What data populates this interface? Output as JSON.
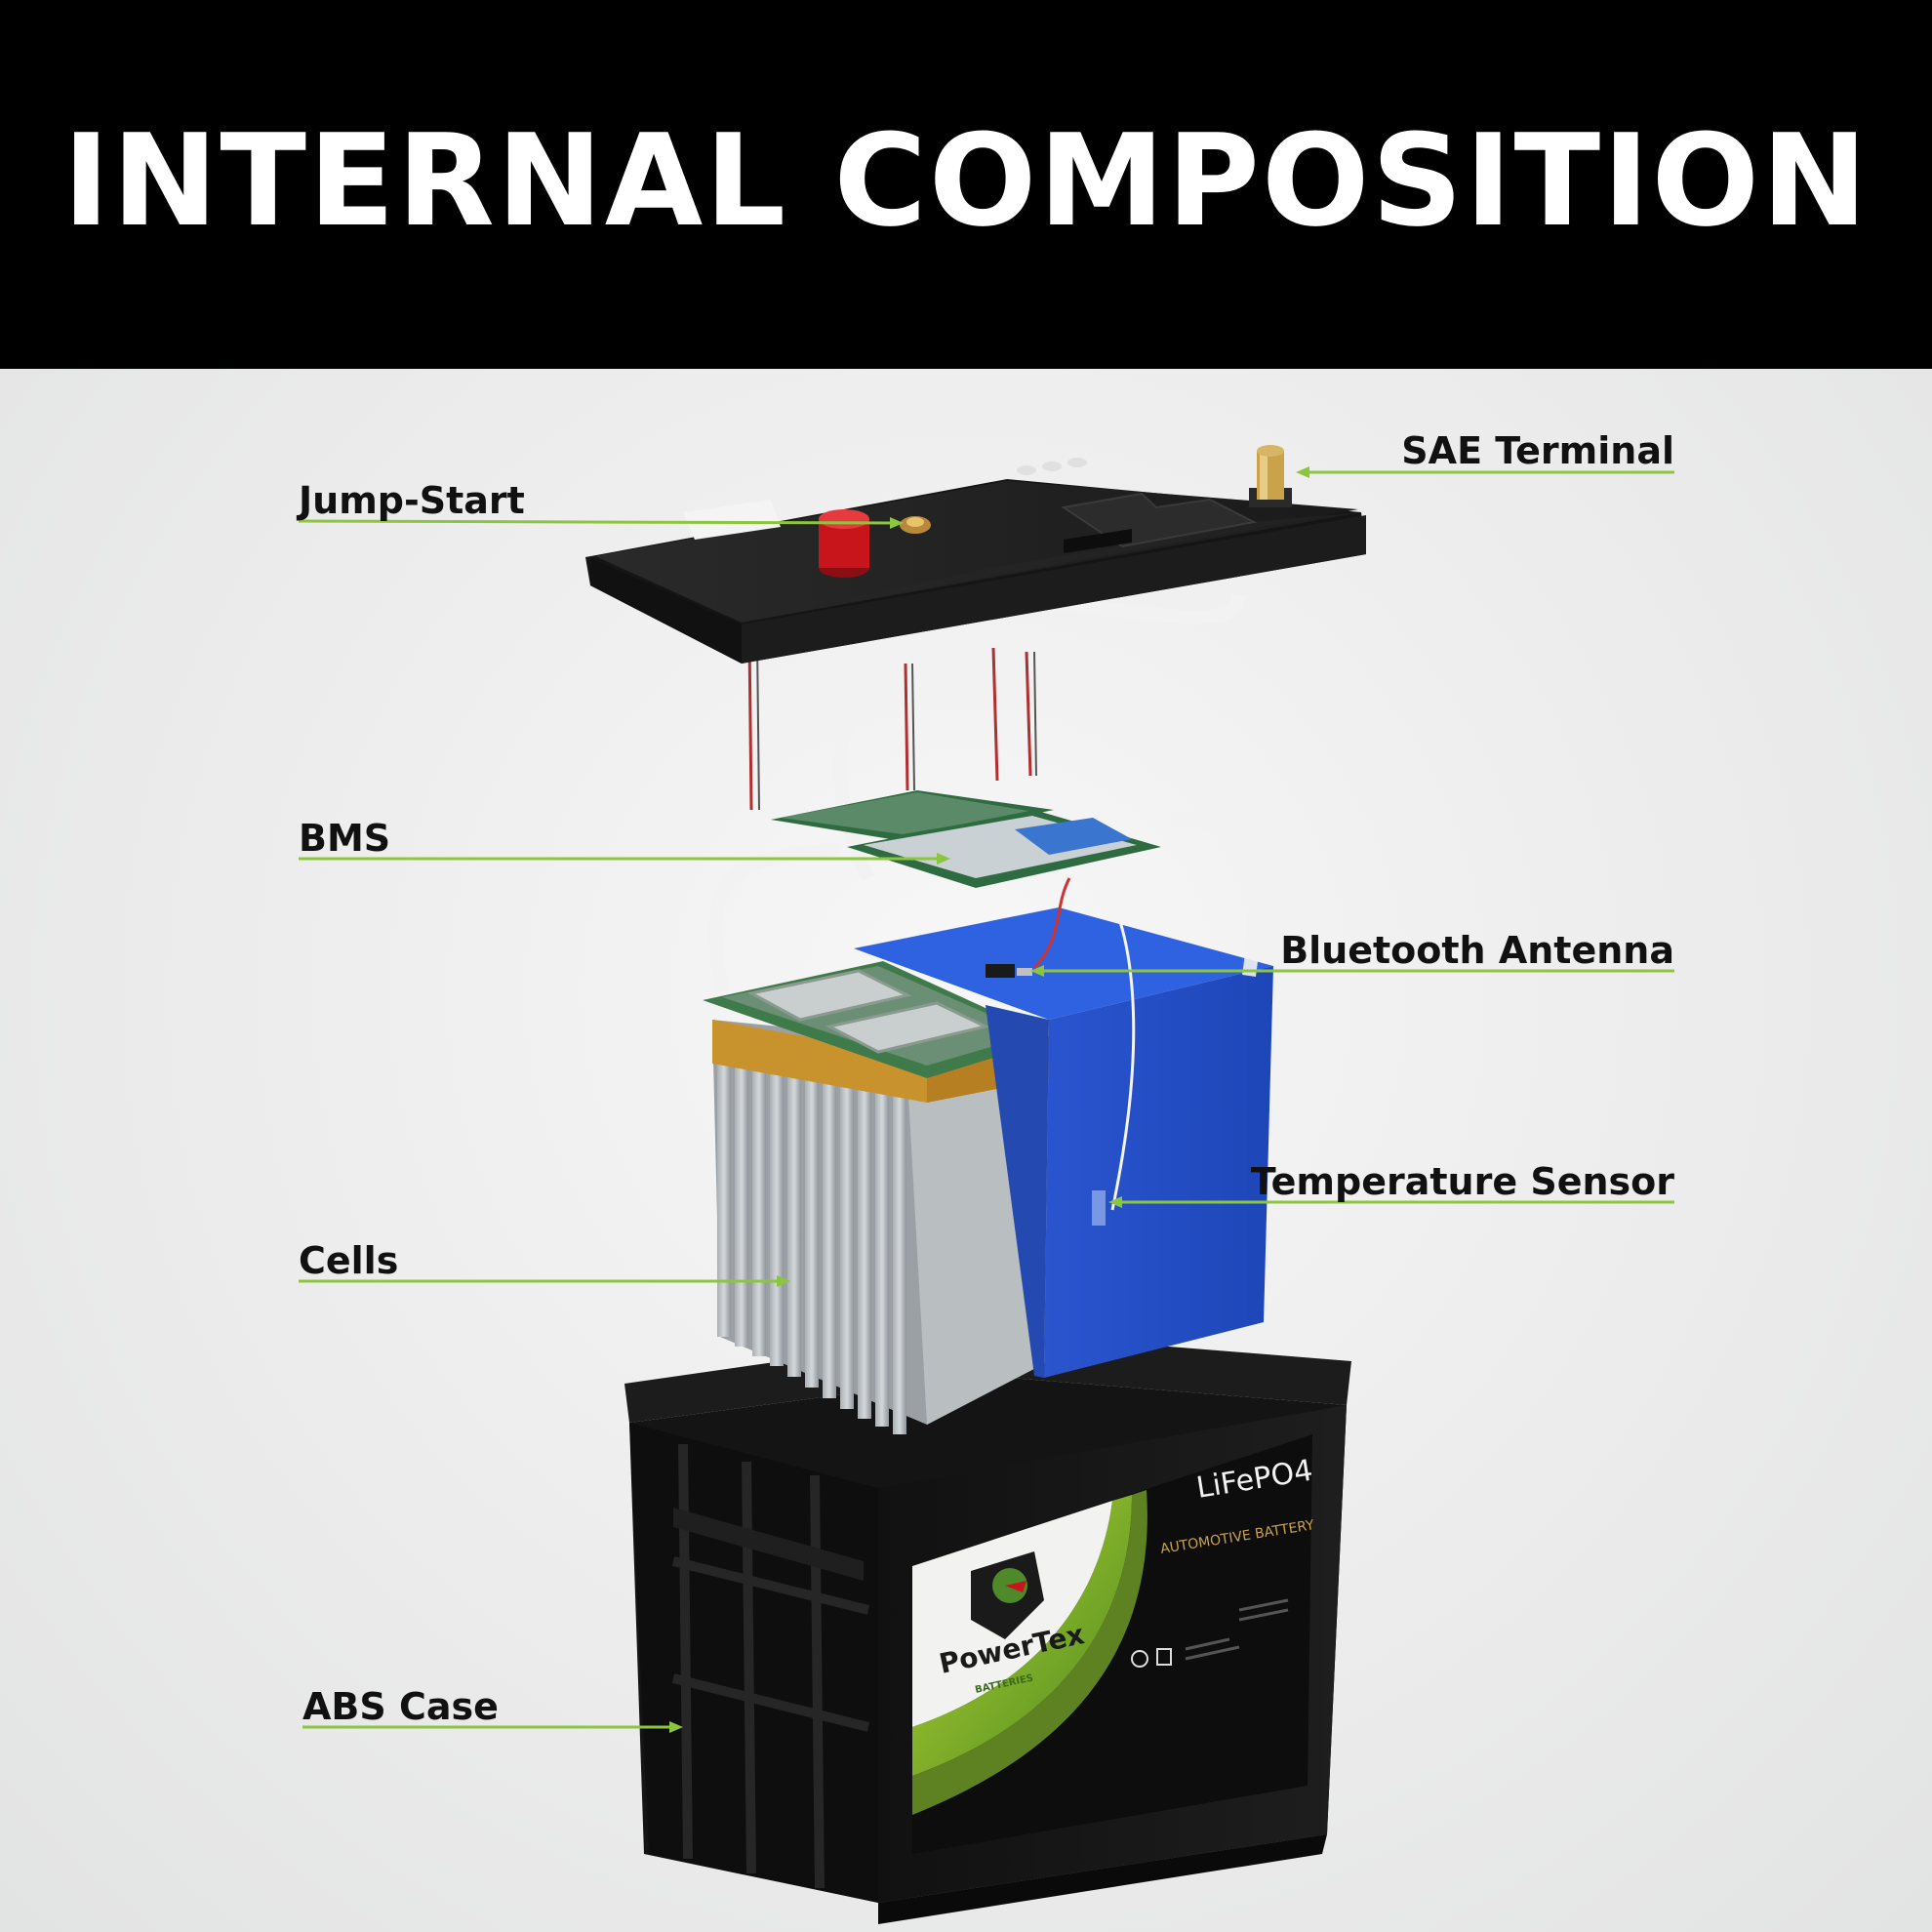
{
  "title": "INTERNAL COMPOSITION",
  "colors": {
    "header_bg": "#000000",
    "title_text": "#ffffff",
    "leader_line": "#8cc63f",
    "cell_pack_blue": "#2d5bd6",
    "case_black": "#151515",
    "lid_black": "#1f1f1f",
    "positive_terminal_red": "#c8141b",
    "sae_terminal_gold": "#c9a24a"
  },
  "callouts": [
    {
      "id": "jump-start",
      "label": "Jump-Start"
    },
    {
      "id": "sae-terminal",
      "label": "SAE Terminal"
    },
    {
      "id": "bms",
      "label": "BMS"
    },
    {
      "id": "bluetooth-antenna",
      "label": "Bluetooth Antenna"
    },
    {
      "id": "temperature-sensor",
      "label": "Temperature Sensor"
    },
    {
      "id": "cells",
      "label": "Cells"
    },
    {
      "id": "abs-case",
      "label": "ABS Case"
    }
  ],
  "product_label": {
    "chemistry": "LiFePO4",
    "type": "AUTOMOTIVE BATTERY",
    "brand": "PowerTex",
    "brand_sub": "BATTERIES"
  }
}
